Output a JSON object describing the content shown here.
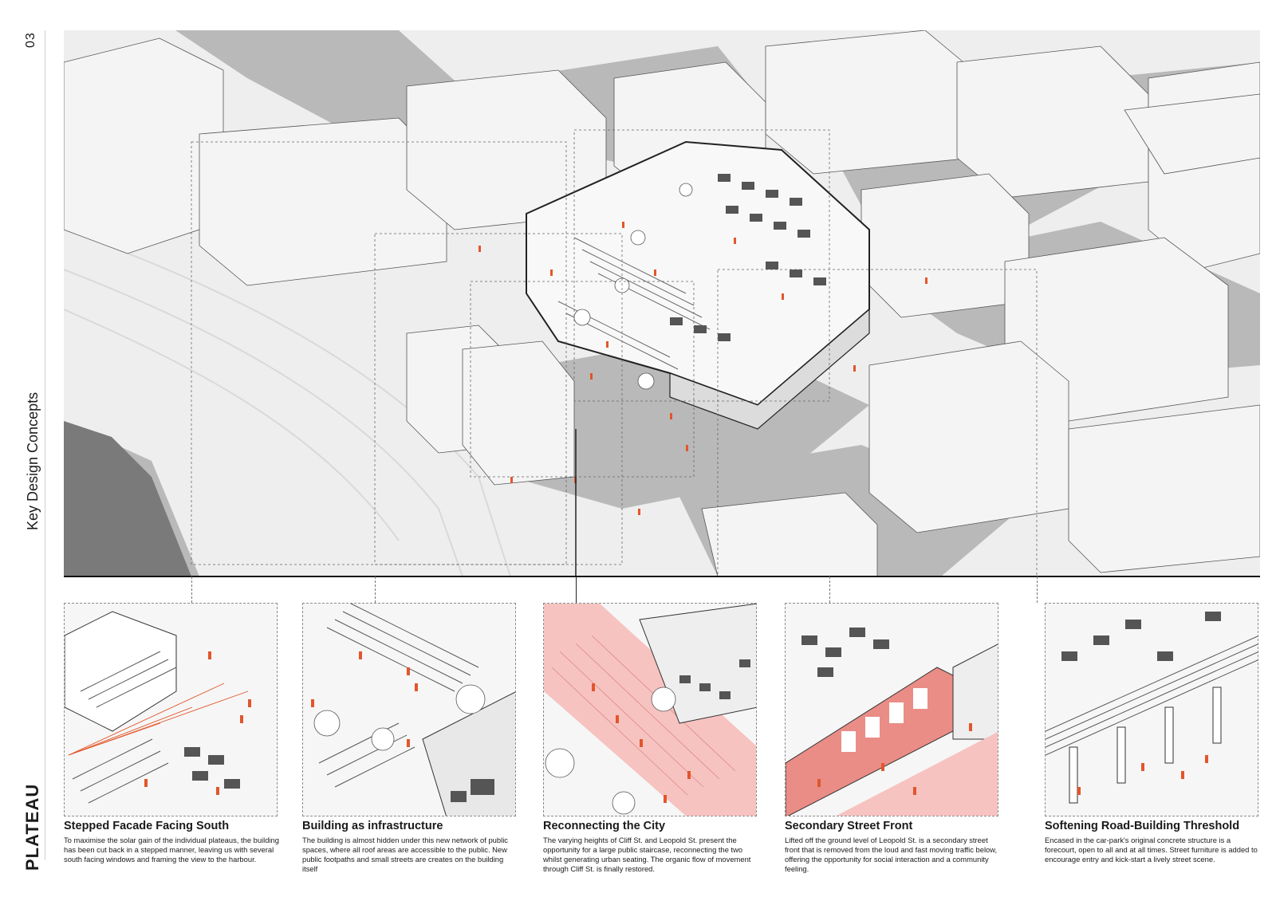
{
  "sheet": {
    "page_number": "03",
    "section_title": "Key Design Concepts",
    "brand": "PLATEAU"
  },
  "colors": {
    "accent": "#e2562b",
    "highlight": "#f6c3c0",
    "shadow": "#b9b9b9",
    "building": "#f2f2f2",
    "line": "#222222"
  },
  "concepts": [
    {
      "title": "Stepped Facade Facing South",
      "text": "To maximise the solar gain of the individual plateaus, the building has been cut back in a stepped manner, leaving us with several south facing windows and framing the view to the harbour."
    },
    {
      "title": "Building as infrastructure",
      "text": "The building is almost hidden under this new network of public spaces, where all roof areas are accessible to the public. New public footpaths and small streets are creates on the building itself"
    },
    {
      "title": "Reconnecting the City",
      "text": "The varying heights of Cliff St. and Leopold St. present the opportunity for a large public staircase, reconnecting the two whilst generating urban seating. The organic flow of movement through Cliff St. is finally restored."
    },
    {
      "title": "Secondary Street Front",
      "text": "Lifted off the ground level of Leopold St. is a secondary street front that is removed from the loud and fast moving traffic below, offering the opportunity for social interaction and a community feeling."
    },
    {
      "title": "Softening Road-Building Threshold",
      "text": "Encased in the car-park's original concrete structure is a forecourt, open to all and at all times. Street furniture is added to encourage entry and kick-start a lively street scene."
    }
  ]
}
